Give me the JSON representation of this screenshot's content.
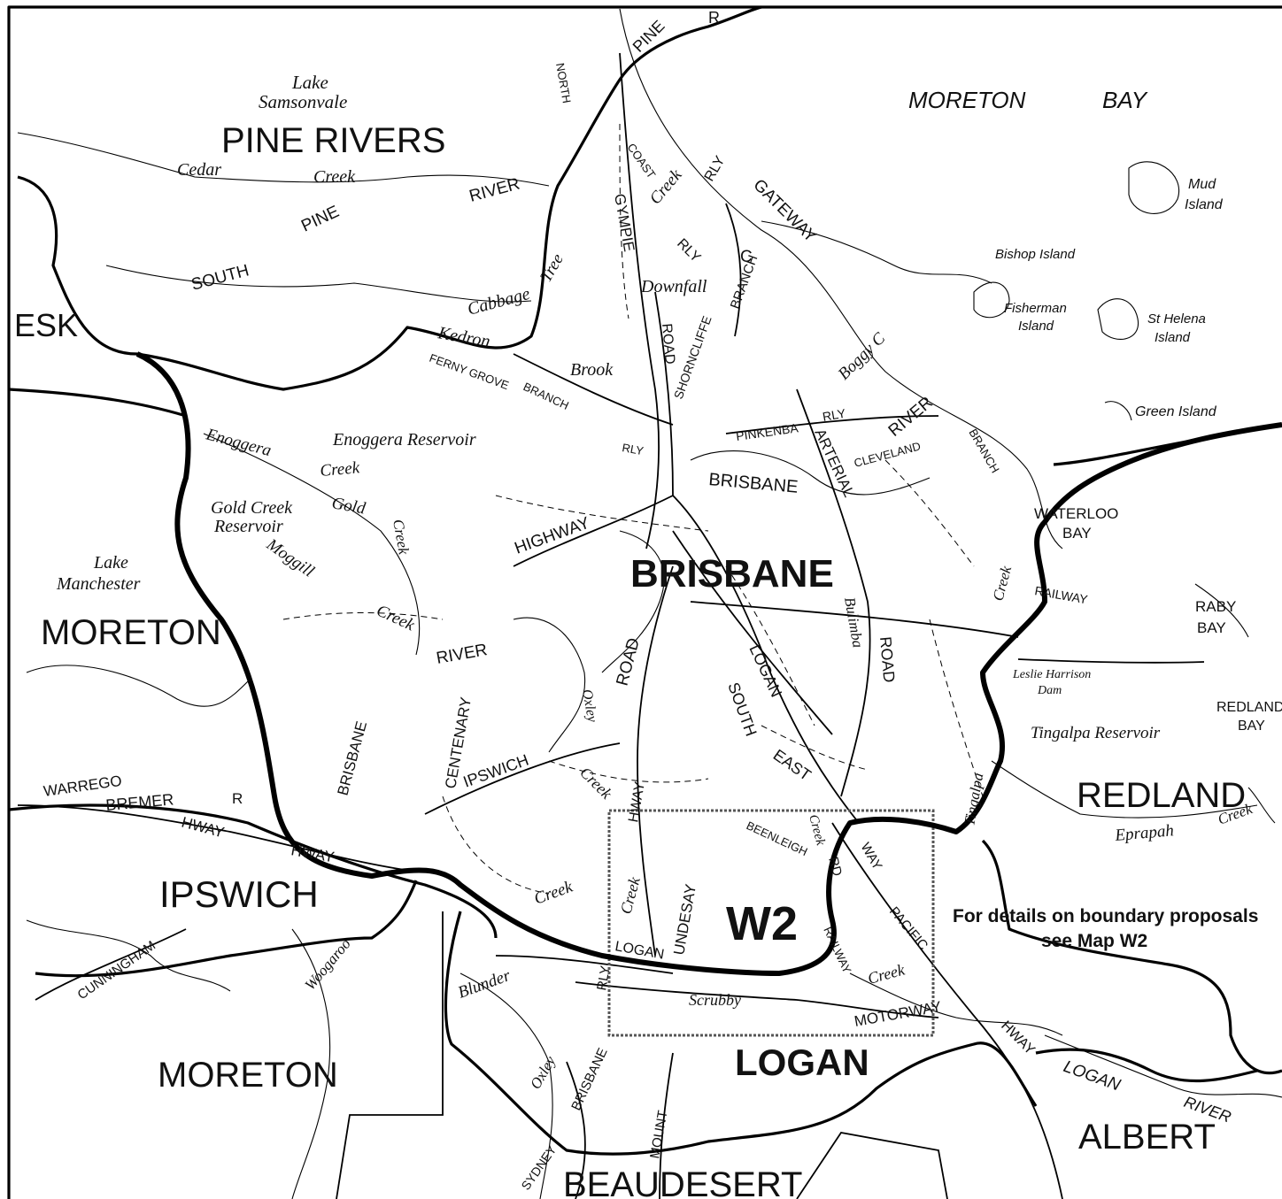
{
  "regions": {
    "pine_rivers": "PINE RIVERS",
    "esk": "ESK",
    "moreton_w": "MORETON",
    "moreton_s": "MORETON",
    "ipswich": "IPSWICH",
    "brisbane": "BRISBANE",
    "logan": "LOGAN",
    "redland": "REDLAND",
    "albert": "ALBERT",
    "beaudesert": "BEAUDESERT",
    "w2": "W2"
  },
  "water": {
    "moreton_bay_1": "MORETON",
    "moreton_bay_2": "BAY",
    "mud_island_1": "Mud",
    "mud_island_2": "Island",
    "bishop_island": "Bishop Island",
    "fisherman_island_1": "Fisherman",
    "fisherman_island_2": "Island",
    "st_helena_1": "St Helena",
    "st_helena_2": "Island",
    "green_island": "Green Island",
    "waterloo_bay_1": "WATERLOO",
    "waterloo_bay_2": "BAY",
    "raby_bay_1": "RABY",
    "raby_bay_2": "BAY",
    "redland_bay_1": "REDLAND",
    "redland_bay_2": "BAY",
    "lake_samsonvale_1": "Lake",
    "lake_samsonvale_2": "Samsonvale",
    "lake_manchester_1": "Lake",
    "lake_manchester_2": "Manchester",
    "enoggera_reservoir": "Enoggera Reservoir",
    "gold_creek_res_1": "Gold Creek",
    "gold_creek_res_2": "Reservoir",
    "leslie_harrison_1": "Leslie Harrison",
    "leslie_harrison_2": "Dam",
    "tingalpa_reservoir": "Tingalpa Reservoir"
  },
  "features": {
    "cedar": "Cedar",
    "creek_cedar": "Creek",
    "pine": "PINE",
    "south": "SOUTH",
    "river_pine": "RIVER",
    "pine_top": "PINE",
    "r_top": "R",
    "north": "NORTH",
    "coast": "COAST",
    "creek_coast": "Creek",
    "gympie": "GYMPIE",
    "rly_1": "RLY",
    "rly_2": "RLY",
    "gateway": "GATEWAY",
    "c_branch_c": "C",
    "branch": "BRANCH",
    "cabbage": "Cabbage",
    "tree": "Tree",
    "downfall": "Downfall",
    "kedron": "Kedron",
    "ferny_grove": "FERNY GROVE",
    "branch_ferny": "BRANCH",
    "brook": "Brook",
    "road_gympie": "ROAD",
    "shorncliffe": "SHORNCLIFFE",
    "boggy_c": "Boggy C",
    "pinkenba": "PINKENBA",
    "rly_pinkenba": "RLY",
    "river_brisbane": "RIVER",
    "cleveland": "CLEVELAND",
    "branch_cleveland": "BRANCH",
    "arterial": "ARTERIAL",
    "brisbane_river": "BRISBANE",
    "rly_ferny": "RLY",
    "enoggera": "Enoggera",
    "creek_enoggera": "Creek",
    "gold": "Gold",
    "creek_gold": "Creek",
    "moggill": "Moggill",
    "creek_moggill": "Creek",
    "highway": "HIGHWAY",
    "road_ipswich": "ROAD",
    "railway_east": "RAILWAY",
    "creek_east": "Creek",
    "bulimba": "Bulimba",
    "road_gateway": "ROAD",
    "logan_road": "LOGAN",
    "south_east": "SOUTH",
    "east": "EAST",
    "river_mid": "RIVER",
    "oxley": "Oxley",
    "creek_oxley": "Creek",
    "centenary": "CENTENARY",
    "brisbane_w": "BRISBANE",
    "ipswich_road": "IPSWICH",
    "hway_mid": "HWAY",
    "beenleigh": "BEENLEIGH",
    "creek_beenleigh": "Creek",
    "rd": "RD",
    "way": "WAY",
    "pacific": "PACIFIC",
    "tingalpa": "Tingalpa",
    "eprapah": "Eprapah",
    "creek_eprapah": "Creek",
    "warrego": "WARREGO",
    "bremer": "BREMER",
    "r_bremer": "R",
    "hway_w": "HWAY",
    "hway_w2": "HWAY",
    "cunningham": "CUNNINGHAM",
    "woogaroo": "Woogaroo",
    "creek_ipswich": "Creek",
    "creek_w2": "Creek",
    "logan_hway": "LOGAN",
    "rly_logan": "RLY",
    "undesay": "UNDESAY",
    "blunder": "Blunder",
    "scrubby": "Scrubby",
    "railway_w2": "RAILWAY",
    "creek_w2b": "Creek",
    "motorway": "MOTORWAY",
    "hway_e": "HWAY",
    "logan_river": "LOGAN",
    "river_logan": "RIVER",
    "oxley_s": "Oxley",
    "brisbane_s": "BRISBANE",
    "mount": "MOUNT",
    "sydney": "SYDNEY"
  },
  "note": {
    "line1": "For details on boundary proposals",
    "line2": "see Map W2"
  }
}
